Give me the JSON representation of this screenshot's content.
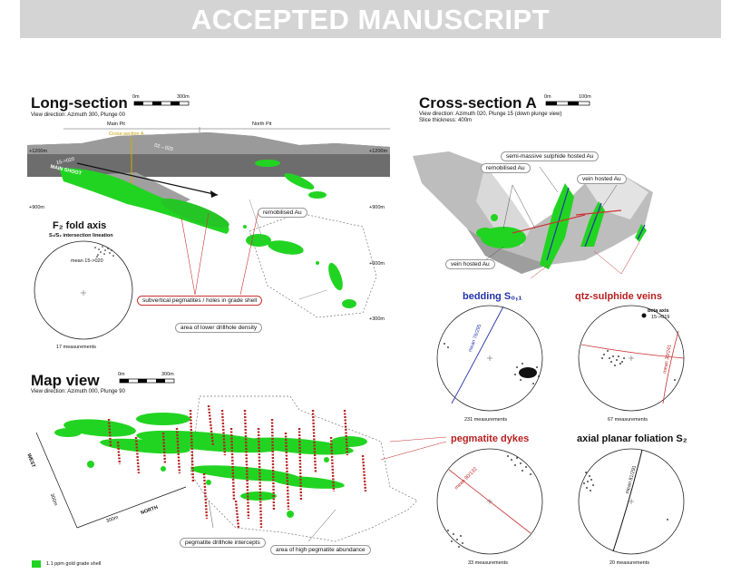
{
  "banner": "ACCEPTED MANUSCRIPT",
  "long_section": {
    "title": "Long-section",
    "view": "View direction: Azimuth 300, Plunge 00",
    "scale_start": "0m",
    "scale_end": "300m",
    "pit_main": "Main Pit",
    "pit_north": "North Pit",
    "cross_section_label": "Cross-section A",
    "elev_left_top": "+1200m",
    "elev_right_top": "+1200m",
    "elev_left_mid": "+900m",
    "elev_right_900": "+900m",
    "elev_right_600": "+600m",
    "elev_right_300": "+300m",
    "axis_a": "15->020",
    "axis_b": "MAIN SHOOT",
    "axis_c": "02→020",
    "remobilised": "remobilised Au",
    "subvertical": "subvertical pegmatites / holes in grade shell",
    "lower_density": "area of lower drillhole density",
    "fold_title": "F₂ fold axis",
    "fold_sub": "S₀/S₂ intersection lineation",
    "fold_mean": "mean 15->020",
    "fold_meas": "17 measurements"
  },
  "cross_section": {
    "title": "Cross-section A",
    "view": "View direction: Azimuth 020, Plunge 15 (down plunge view)",
    "slice": "Slice thickness: 400m",
    "scale_start": "0m",
    "scale_end": "100m",
    "semi_massive": "semi-massive sulphide hosted Au",
    "remobilised": "remobilised Au",
    "vein_hosted_right": "vein hosted Au",
    "vein_hosted_left": "vein hosted Au",
    "bedding_title": "bedding S₀,₁",
    "bedding_mean": "mean 76/295",
    "bedding_meas": "231 measurements",
    "qtz_title": "qtz-sulphide veins",
    "qtz_beta": "beta axis",
    "qtz_beta_val": "15->019",
    "qtz_mean": "mean 33/241",
    "qtz_meas": "67 measurements"
  },
  "map_view": {
    "title": "Map view",
    "view": "View direction: Azimuth 000, Plunge 90",
    "scale_start": "0m",
    "scale_end": "300m",
    "west": "WEST",
    "north": "NORTH",
    "d300a": "300m",
    "d300b": "300m",
    "pegmatite_intercepts": "pegmatite drillhole intercepts",
    "high_abundance": "area of high pegmatite abundance",
    "legend": "1.1 ppm gold grade shell",
    "dykes_title": "pegmatite dykes",
    "dykes_mean": "mean 90/132",
    "dykes_meas": "33 measurements",
    "axial_title": "axial planar foliation S₂",
    "axial_mean": "mean 81/291",
    "axial_meas": "20 measurements"
  },
  "colors": {
    "green": "#22d422",
    "red": "#b81f1f",
    "grey": "#8a8a8a",
    "blue": "#2233aa"
  }
}
